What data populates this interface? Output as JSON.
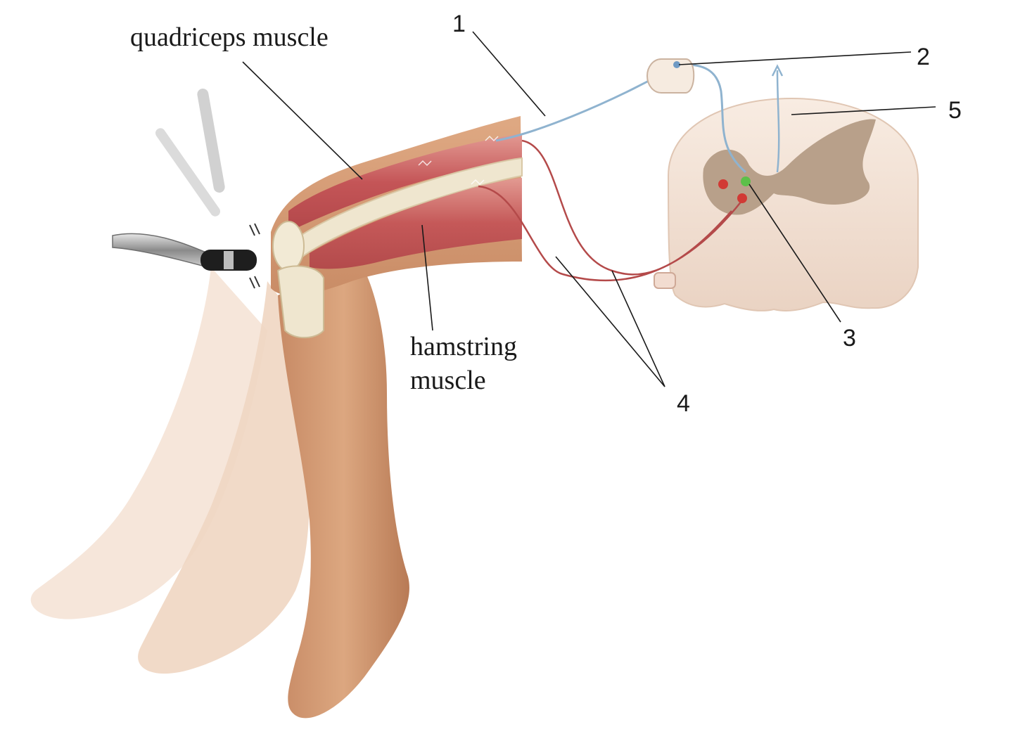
{
  "labels": {
    "quadriceps": "quadriceps muscle",
    "hamstring_line1": "hamstring",
    "hamstring_line2": "muscle",
    "n1": "1",
    "n2": "2",
    "n3": "3",
    "n4": "4",
    "n5": "5"
  },
  "colors": {
    "skin": "#d9a27e",
    "skin_shadow": "#b97d58",
    "ghost_leg": "#f3dccb",
    "muscle": "#c9575a",
    "muscle_light": "#e8a49b",
    "bone": "#efe6cf",
    "nerve_sensory": "#8fb3cf",
    "nerve_motor": "#b44a4a",
    "cord_white": "#f4e6da",
    "cord_gray": "#b79e87",
    "synapse_green": "#5cc04a",
    "synapse_red": "#d13a35"
  }
}
